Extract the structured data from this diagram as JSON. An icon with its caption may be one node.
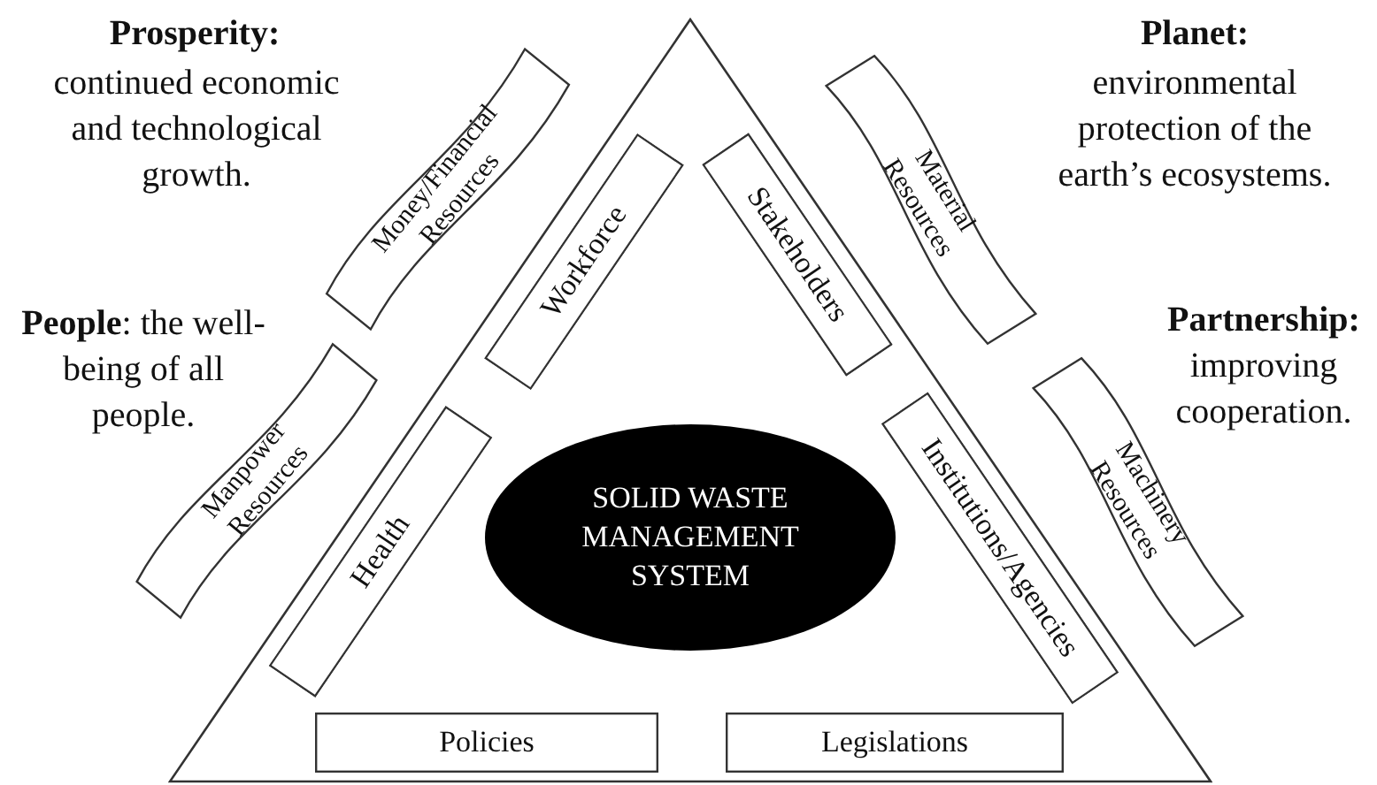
{
  "diagram": {
    "nodes": [
      {
        "text": [],
        "shape": "triangle"
      },
      {
        "text": [
          "Money/Financial Resources"
        ]
      },
      {
        "text": [
          "Material Resources"
        ]
      },
      {
        "text": [
          "Workforce"
        ],
        "in": 0
      },
      {
        "text": [
          "Stakeholders"
        ],
        "in": 0
      },
      {
        "text": [
          "Manpower Resources"
        ]
      },
      {
        "text": [
          "Machinery Resources"
        ]
      },
      {
        "text": [
          "Health"
        ],
        "in": 0
      },
      {
        "text": [
          "Institutions/Agencies"
        ],
        "in": 0
      },
      {
        "text": [
          "SOLID WASTE MANAGEMENT SYSTEM"
        ],
        "in": 0
      },
      {
        "text": [
          "Policies"
        ],
        "in": 0
      },
      {
        "text": [
          "Legislations"
        ],
        "in": 0
      }
    ],
    "edges": [],
    "labels": [
      "Prosperity:",
      "continued economic and technological growth.",
      "Planet:",
      "environmental protection of the earth’s ecosystems.",
      "**People**: the well-being of all people.",
      "Partnership:",
      "improving cooperation."
    ]
  }
}
